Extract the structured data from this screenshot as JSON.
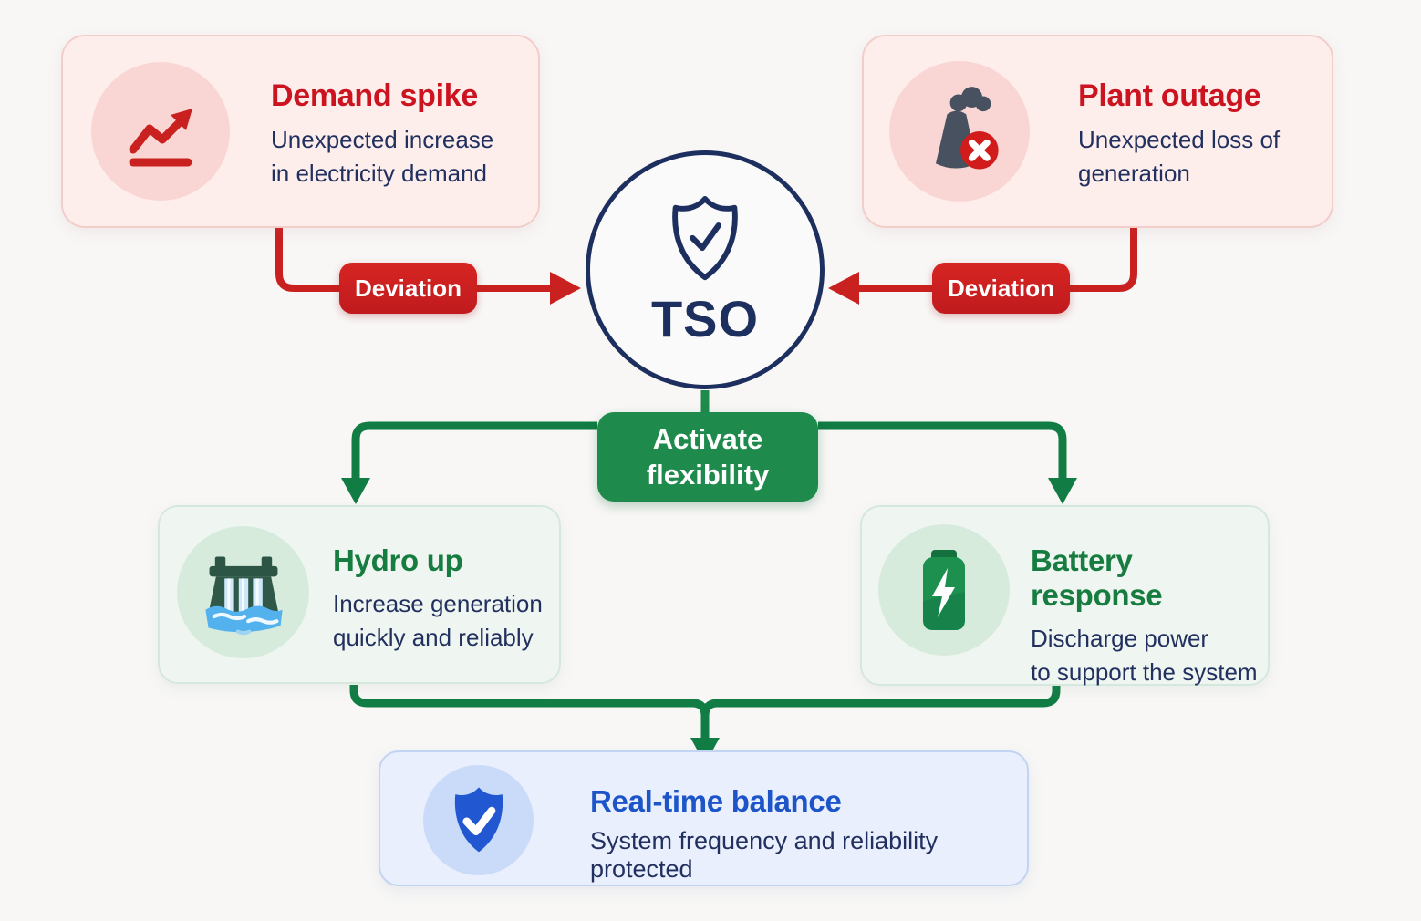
{
  "colors": {
    "background": "#f8f7f6",
    "red_accent": "#c9211f",
    "red_title": "#cb1420",
    "navy_text": "#22305f",
    "tso_navy": "#1d2f5e",
    "green_line": "#117c43",
    "green_box": "#1e8b4d",
    "green_title": "#177c3f",
    "blue_title": "#1d55c9",
    "shield_blue": "#2158d2",
    "pink_card_bg": "#fdeeec",
    "pale_green_card_bg": "#eff6f1",
    "pale_blue_card_bg": "#e9effc"
  },
  "center": {
    "label": "TSO"
  },
  "badges": {
    "left_label": "Deviation",
    "right_label": "Deviation"
  },
  "activate": {
    "line1": "Activate",
    "line2": "flexibility"
  },
  "cards": {
    "demand_spike": {
      "title": "Demand spike",
      "line1": "Unexpected increase",
      "line2": "in electricity demand"
    },
    "plant_outage": {
      "title": "Plant outage",
      "line1": "Unexpected loss of",
      "line2": "generation"
    },
    "hydro_up": {
      "title": "Hydro up",
      "line1": "Increase generation",
      "line2": "quickly and reliably"
    },
    "battery_response": {
      "title": "Battery response",
      "line1": "Discharge power",
      "line2": "to support the system"
    },
    "real_time_balance": {
      "title": "Real-time balance",
      "subtitle": "System frequency and reliability protected"
    }
  },
  "icons": {
    "demand_spike": "trend-up-icon",
    "plant_outage": "plant-outage-icon",
    "center": "shield-check-outline-icon",
    "hydro_up": "hydro-dam-icon",
    "battery_response": "battery-bolt-icon",
    "real_time_balance": "shield-check-filled-icon"
  }
}
